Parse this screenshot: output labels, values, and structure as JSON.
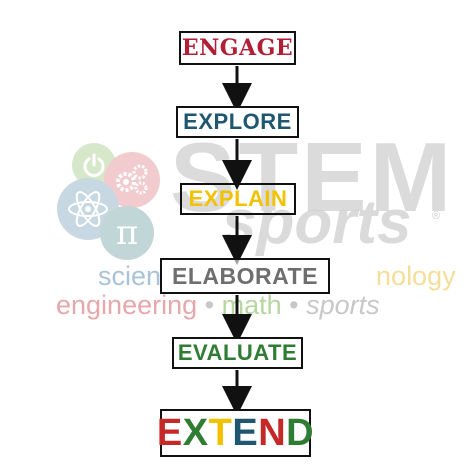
{
  "watermark": {
    "brand_top": "STEM",
    "brand_bottom": "sports",
    "registered": "®",
    "line1": {
      "science": "scien",
      "technology": "nology"
    },
    "line2": {
      "engineering": "engineering",
      "math": "math",
      "sports": "sports",
      "separator": "•"
    },
    "pi": "π",
    "icons": [
      "power-icon",
      "gears-icon",
      "atom-icon",
      "pi-icon"
    ]
  },
  "flow": {
    "steps": [
      {
        "label": "ENGAGE",
        "color": "#b01f36"
      },
      {
        "label": "EXPLORE",
        "color": "#1f5670"
      },
      {
        "label": "EXPLAIN",
        "color": "#f2c200"
      },
      {
        "label": "ELABORATE",
        "color": "#6e6e6e"
      },
      {
        "label": "EVALUATE",
        "color": "#2e7d32"
      },
      {
        "label": "EXTEND"
      }
    ],
    "extend_letters": [
      {
        "ch": "E",
        "color": "#c62828"
      },
      {
        "ch": "X",
        "color": "#2e7d32"
      },
      {
        "ch": "T",
        "color": "#f2c200"
      },
      {
        "ch": "E",
        "color": "#1f5670"
      },
      {
        "ch": "N",
        "color": "#c62828"
      },
      {
        "ch": "D",
        "color": "#2e7d32"
      }
    ]
  }
}
